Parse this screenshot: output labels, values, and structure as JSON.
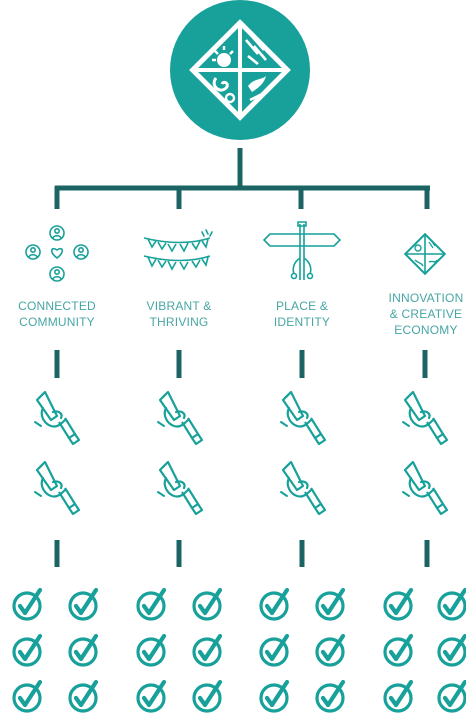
{
  "colors": {
    "teal": "#17a19a",
    "dark_teal": "#1b5e5e",
    "connector": "#1c6464",
    "label": "#47a6a3"
  },
  "top_logo": {
    "icon": "diamond-emblem-icon"
  },
  "pillars": [
    {
      "icon": "community-people-heart-icon",
      "label_line1": "CONNECTED",
      "label_line2": "COMMUNITY",
      "label_line3": ""
    },
    {
      "icon": "bunting-flags-icon",
      "label_line1": "VIBRANT &",
      "label_line2": "THRIVING",
      "label_line3": ""
    },
    {
      "icon": "signpost-icon",
      "label_line1": "PLACE &",
      "label_line2": "IDENTITY",
      "label_line3": ""
    },
    {
      "icon": "diamond-emblem-icon",
      "label_line1": "INNOVATION",
      "label_line2": "& CREATIVE",
      "label_line3": "ECONOMY"
    }
  ],
  "action_icon": "hand-with-pen-icon",
  "check_icon": "check-circle-icon"
}
